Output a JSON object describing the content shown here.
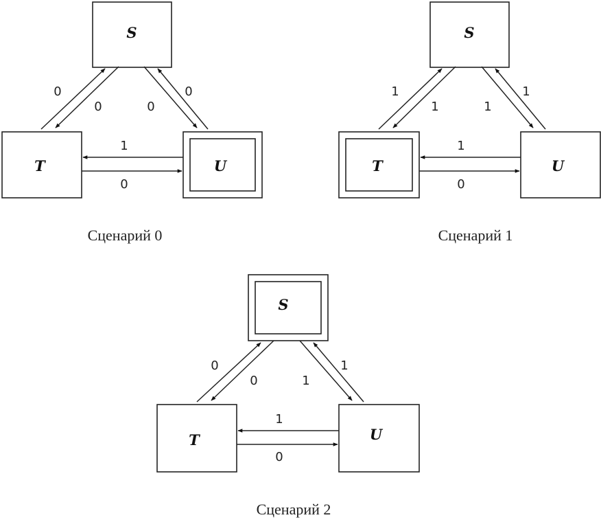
{
  "scenarios": [
    {
      "caption": "Сценарий 0",
      "nodes": {
        "S": "S",
        "T": "T",
        "U": "U"
      },
      "edge_labels": {
        "t_to_s": "0",
        "s_to_t": "0",
        "s_to_u": "0",
        "u_to_s": "0",
        "u_to_t": "1",
        "t_to_u": "0"
      }
    },
    {
      "caption": "Сценарий 1",
      "nodes": {
        "S": "S",
        "T": "T",
        "U": "U"
      },
      "edge_labels": {
        "t_to_s": "1",
        "s_to_t": "1",
        "s_to_u": "1",
        "u_to_s": "1",
        "u_to_t": "1",
        "t_to_u": "0"
      }
    },
    {
      "caption": "Сценарий 2",
      "nodes": {
        "S": "S",
        "T": "T",
        "U": "U"
      },
      "edge_labels": {
        "t_to_s": "0",
        "s_to_t": "0",
        "s_to_u": "1",
        "u_to_s": "1",
        "u_to_t": "1",
        "t_to_u": "0"
      }
    }
  ]
}
